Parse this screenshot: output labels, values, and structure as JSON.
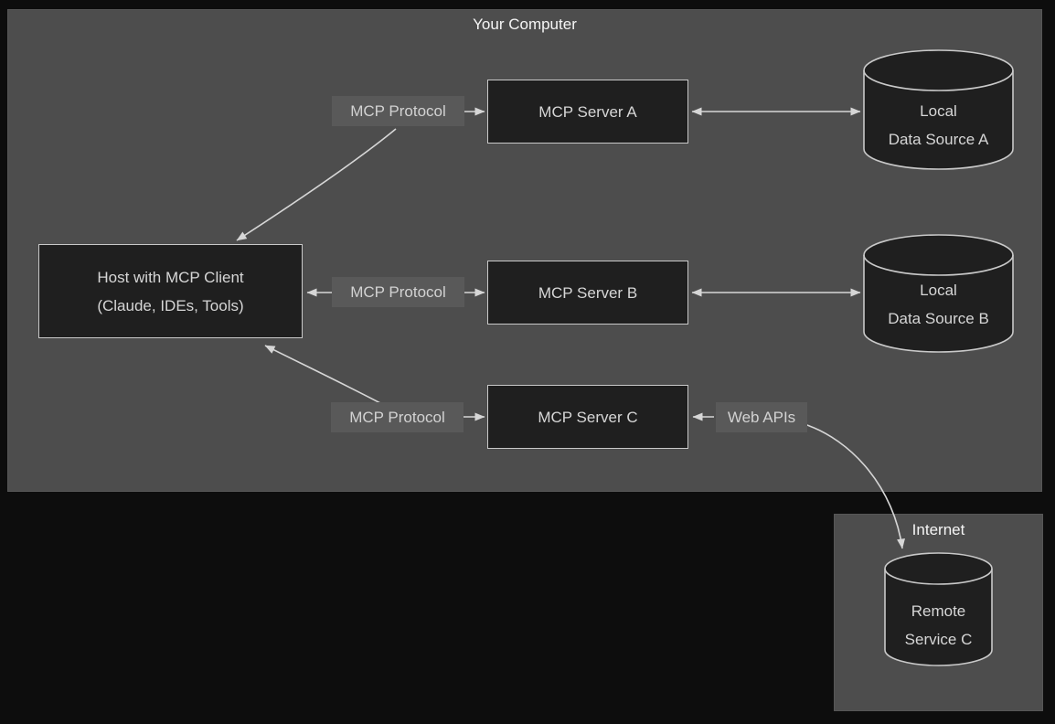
{
  "diagram": {
    "computer_title": "Your Computer",
    "internet_title": "Internet",
    "host": {
      "line1": "Host with MCP Client",
      "line2": "(Claude, IDEs, Tools)"
    },
    "servers": {
      "a": "MCP Server A",
      "b": "MCP Server B",
      "c": "MCP Server C"
    },
    "protocol_label": "MCP Protocol",
    "web_apis_label": "Web APIs",
    "datasources": {
      "a": {
        "line1": "Local",
        "line2": "Data Source A"
      },
      "b": {
        "line1": "Local",
        "line2": "Data Source B"
      },
      "remote": {
        "line1": "Remote",
        "line2": "Service C"
      }
    }
  },
  "colors": {
    "page_background": "#0d0d0d",
    "container_fill": "#4d4d4d",
    "node_fill": "#1f1f1f",
    "node_border": "#c9c9c9",
    "label_fill": "#595959",
    "text_primary": "#f5f5f5",
    "text_secondary": "#d6d6d6",
    "connector": "#d6d6d6"
  }
}
